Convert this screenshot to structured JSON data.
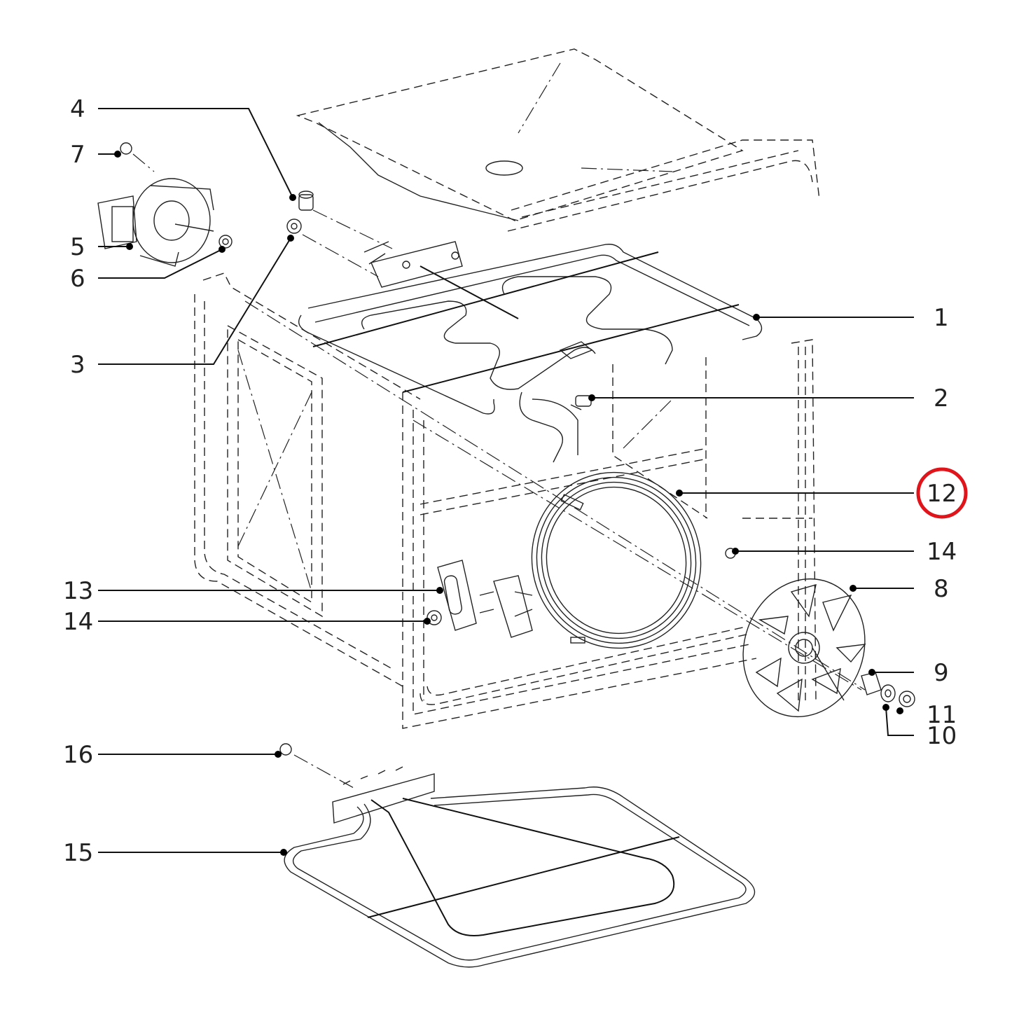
{
  "diagram": {
    "highlight_color": "#e0141b",
    "callouts": [
      {
        "id": "c1",
        "label": "1"
      },
      {
        "id": "c2",
        "label": "2"
      },
      {
        "id": "c3",
        "label": "3"
      },
      {
        "id": "c4",
        "label": "4"
      },
      {
        "id": "c5",
        "label": "5"
      },
      {
        "id": "c6",
        "label": "6"
      },
      {
        "id": "c7",
        "label": "7"
      },
      {
        "id": "c8",
        "label": "8"
      },
      {
        "id": "c9",
        "label": "9"
      },
      {
        "id": "c10",
        "label": "10"
      },
      {
        "id": "c11",
        "label": "11"
      },
      {
        "id": "c12",
        "label": "12",
        "highlighted": true
      },
      {
        "id": "c13",
        "label": "13"
      },
      {
        "id": "c14a",
        "label": "14"
      },
      {
        "id": "c14b",
        "label": "14"
      },
      {
        "id": "c15",
        "label": "15"
      },
      {
        "id": "c16",
        "label": "16"
      }
    ]
  }
}
